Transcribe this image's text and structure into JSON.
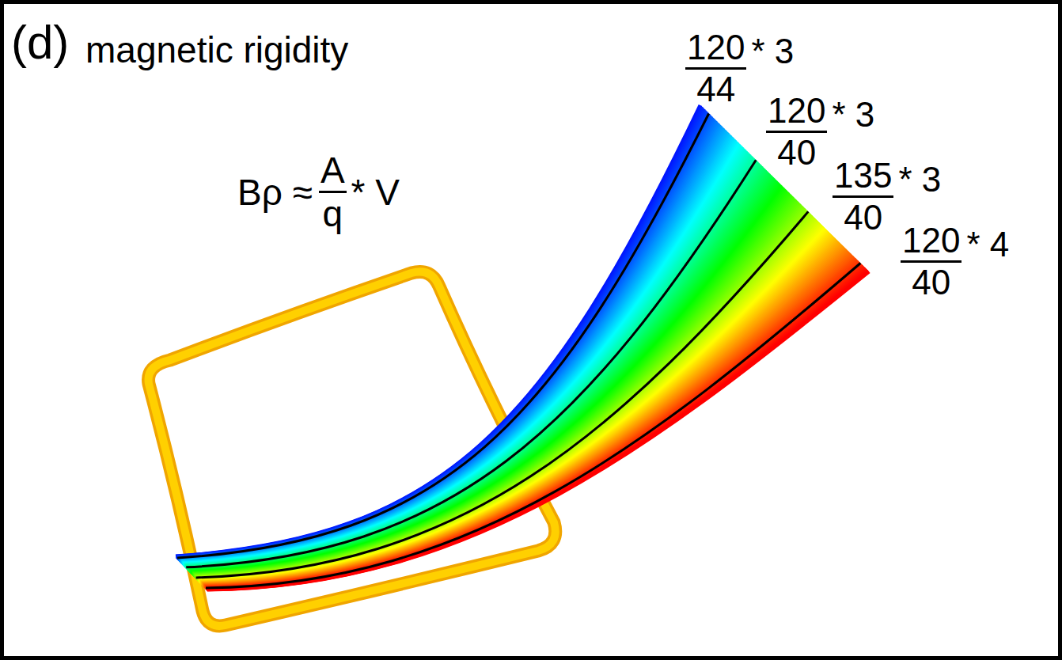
{
  "diagram": {
    "title": "magnetic rigidity",
    "labels": [
      "(d)",
      "Bρ ≈",
      "A",
      "q",
      "* V",
      "120",
      "44",
      "* 3",
      "120",
      "40",
      "* 3",
      "135",
      "40",
      "* 3",
      "120",
      "40",
      "* 4"
    ]
  }
}
